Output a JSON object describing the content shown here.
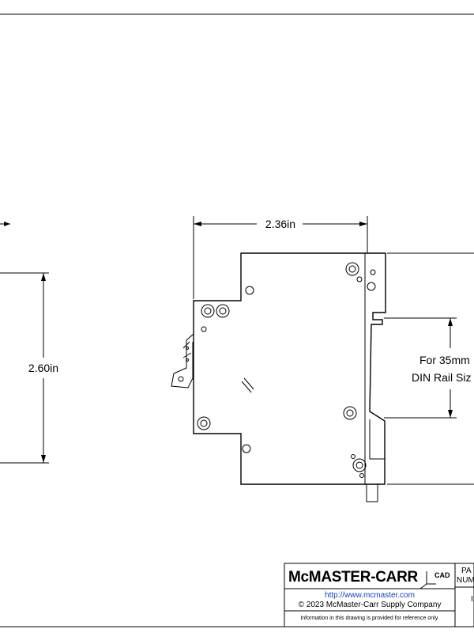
{
  "dimensions": {
    "width": "2.36in",
    "height": "2.60in",
    "rail_note_line1": "For 35mm",
    "rail_note_line2": "DIN Rail Siz"
  },
  "title_block": {
    "brand": "McMASTER-CARR",
    "cad_label": "CAD",
    "url": "http://www.mcmaster.com",
    "copyright": "© 2023 McMaster-Carr Supply Company",
    "disclaimer": "Information in this drawing is provided for reference only.",
    "part_label_1": "PA",
    "part_label_2": "NUM",
    "part_value": "I"
  }
}
